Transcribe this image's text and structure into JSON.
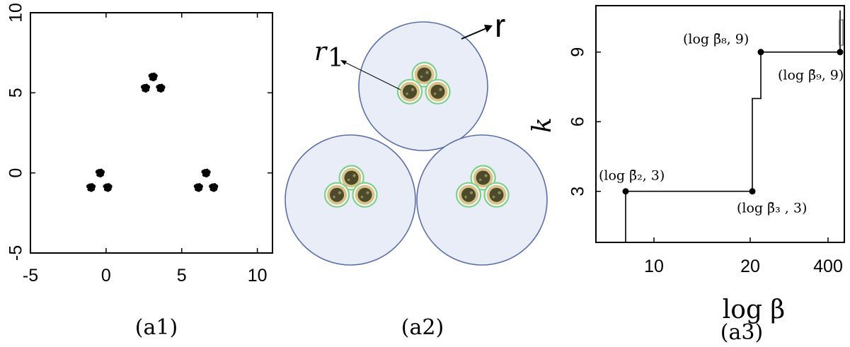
{
  "chart_data": [
    {
      "type": "scatter",
      "panel_label": "(a1)",
      "xlim": [
        -5,
        11
      ],
      "ylim": [
        -5,
        10
      ],
      "x_ticks": [
        -5,
        0,
        5,
        10
      ],
      "y_ticks": [
        -5,
        0,
        5,
        10
      ],
      "x_tick_labels": [
        "-5",
        "0",
        "5",
        "10"
      ],
      "y_tick_labels": [
        "-5",
        "0",
        "5",
        "10"
      ],
      "grid": false,
      "clusters": [
        {
          "blobs": [
            {
              "x": 3.1,
              "y": 6.0
            },
            {
              "x": 2.6,
              "y": 5.3
            },
            {
              "x": 3.6,
              "y": 5.3
            }
          ]
        },
        {
          "blobs": [
            {
              "x": -0.4,
              "y": 0.0
            },
            {
              "x": -1.0,
              "y": -0.9
            },
            {
              "x": 0.1,
              "y": -0.9
            }
          ]
        },
        {
          "blobs": [
            {
              "x": 6.6,
              "y": 0.0
            },
            {
              "x": 6.1,
              "y": -0.9
            },
            {
              "x": 7.1,
              "y": -0.9
            }
          ]
        }
      ]
    },
    {
      "type": "diagram",
      "panel_label": "(a2)",
      "outer_label": "r",
      "inner_label": "r",
      "inner_label_sub": "1",
      "outer_fill": "#e8edf8",
      "outer_stroke": "#5a6fa8",
      "ring_color": "#7dd08a",
      "core_color": "#4d4a2c"
    },
    {
      "type": "line",
      "panel_label": "(a3)",
      "xlabel": "log β",
      "ylabel": "k",
      "x_tick_labels": [
        "10",
        "20",
        "400"
      ],
      "y_tick_labels": [
        "3",
        "6",
        "9"
      ],
      "y_ticks": [
        3,
        6,
        9
      ],
      "ylim": [
        0.8,
        11
      ],
      "grid": false,
      "series": [
        {
          "points": [
            [
              0,
              0.8
            ],
            [
              0,
              3
            ],
            [
              1,
              3
            ],
            [
              1,
              7
            ],
            [
              1.05,
              7
            ],
            [
              1.05,
              9
            ],
            [
              2,
              9
            ],
            [
              2,
              10.8
            ]
          ]
        }
      ],
      "markers": [
        {
          "label": "(log β̄₂, 3)",
          "k": 3
        },
        {
          "label": "(log β̄₃ , 3)",
          "k": 3
        },
        {
          "label": "(log β̄₈, 9)",
          "k": 9
        },
        {
          "label": "(log β̄₉, 9)",
          "k": 9
        }
      ]
    }
  ]
}
